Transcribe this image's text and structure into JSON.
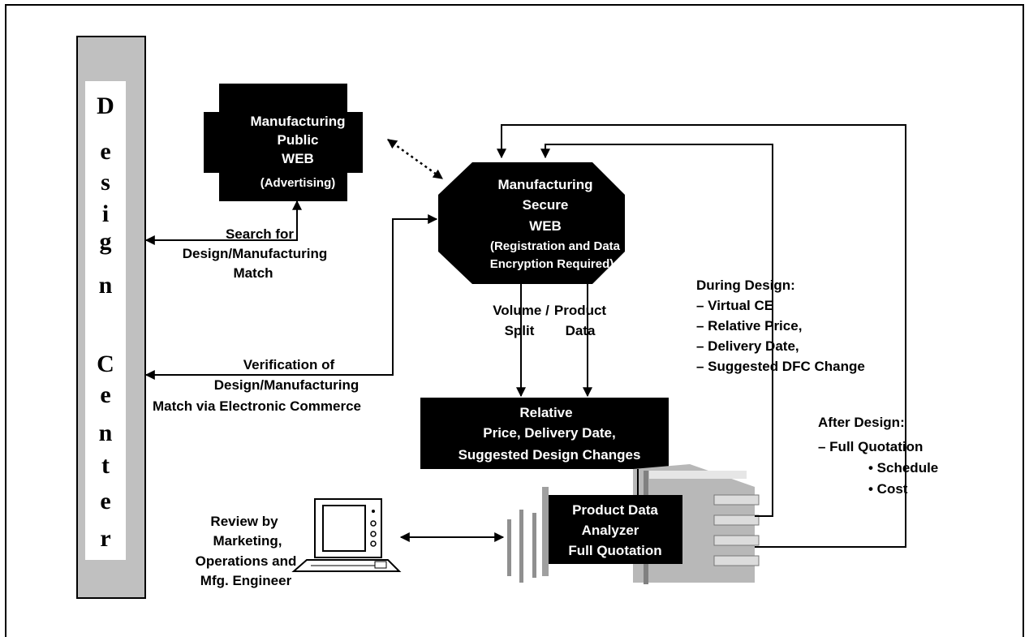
{
  "design_center": {
    "letters": [
      "D",
      "e",
      "s",
      "i",
      "g",
      "n",
      "C",
      "e",
      "n",
      "t",
      "e",
      "r"
    ]
  },
  "public_web": {
    "lines": [
      "Manufacturing",
      "Public",
      "WEB",
      "(Advertising)"
    ]
  },
  "secure_web": {
    "lines": [
      "Manufacturing",
      "Secure",
      "WEB",
      "(Registration and Data",
      "Encryption Required)"
    ]
  },
  "relative_box": {
    "lines": [
      "Relative",
      "Price, Delivery Date,",
      "Suggested Design Changes"
    ]
  },
  "analyzer": {
    "lines": [
      "Product Data",
      "Analyzer",
      "Full Quotation"
    ]
  },
  "labels": {
    "search": [
      "Search for",
      "Design/Manufacturing",
      "Match"
    ],
    "verification": [
      "Verification of",
      "Design/Manufacturing",
      "Match via Electronic Commerce"
    ],
    "volume": [
      "Volume /",
      "Split"
    ],
    "product": [
      "Product",
      "Data"
    ],
    "during": [
      "During Design:",
      "– Virtual CE",
      "– Relative Price,",
      "– Delivery Date,",
      "– Suggested DFC Change"
    ],
    "after": [
      "After Design:",
      "– Full Quotation",
      "• Schedule",
      "• Cost"
    ],
    "review": [
      "Review by",
      "Marketing,",
      "Operations and",
      "Mfg. Engineer"
    ]
  }
}
